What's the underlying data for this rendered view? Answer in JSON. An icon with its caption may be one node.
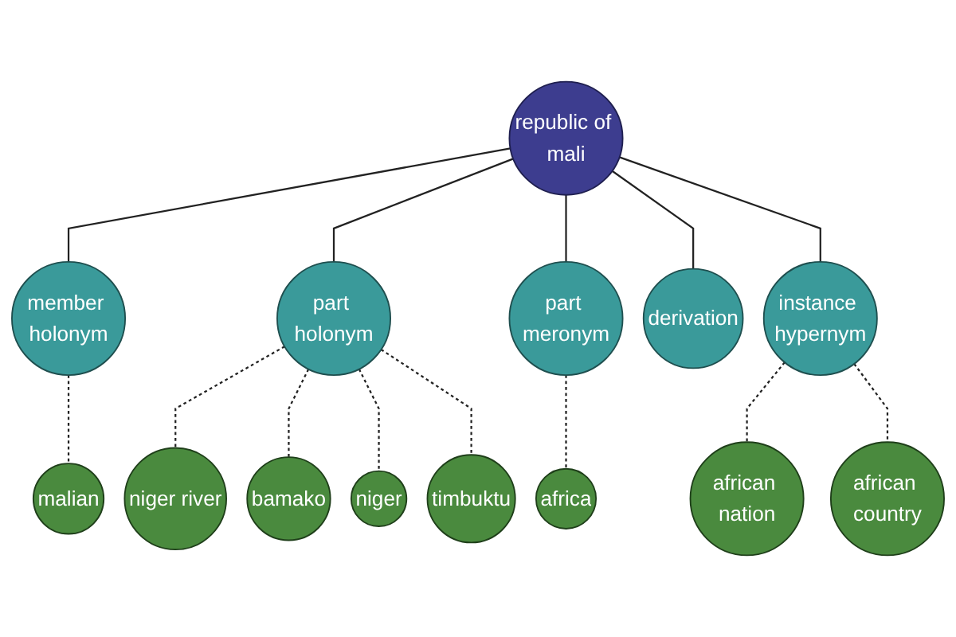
{
  "diagram": {
    "nodes": [
      {
        "text": [
          "malian"
        ]
      },
      {
        "text": [
          "niger river"
        ]
      },
      {
        "text": [
          "bamako"
        ]
      },
      {
        "text": [
          "member holonym"
        ]
      },
      {
        "text": [
          "niger"
        ]
      },
      {
        "text": [
          "part holonym"
        ]
      },
      {
        "text": [
          "republic of mali"
        ]
      },
      {
        "text": [
          "african nation"
        ]
      },
      {
        "text": [
          "timbuktu"
        ]
      },
      {
        "text": [
          "instance hypernym"
        ]
      },
      {
        "text": [
          "derivation"
        ]
      },
      {
        "text": [
          "african country"
        ]
      },
      {
        "text": [
          "part meronym"
        ]
      },
      {
        "text": [
          "africa"
        ]
      }
    ],
    "edges": [
      {
        "from": 6,
        "to": 3,
        "arrow": "none"
      },
      {
        "from": 6,
        "to": 5,
        "arrow": "none"
      },
      {
        "from": 6,
        "to": 10,
        "arrow": "none"
      },
      {
        "from": 6,
        "to": 12,
        "arrow": "none"
      },
      {
        "from": 6,
        "to": 9,
        "arrow": "none"
      },
      {
        "from": 3,
        "to": 0,
        "arrow": "none",
        "style": "dashed"
      },
      {
        "from": 5,
        "to": 1,
        "arrow": "none",
        "style": "dashed"
      },
      {
        "from": 5,
        "to": 2,
        "arrow": "none",
        "style": "dashed"
      },
      {
        "from": 5,
        "to": 4,
        "arrow": "none",
        "style": "dashed"
      },
      {
        "from": 5,
        "to": 8,
        "arrow": "none",
        "style": "dashed"
      },
      {
        "from": 12,
        "to": 13,
        "arrow": "none",
        "style": "dashed"
      },
      {
        "from": 9,
        "to": 7,
        "arrow": "none",
        "style": "dashed"
      },
      {
        "from": 9,
        "to": 11,
        "arrow": "none",
        "style": "dashed"
      }
    ]
  }
}
